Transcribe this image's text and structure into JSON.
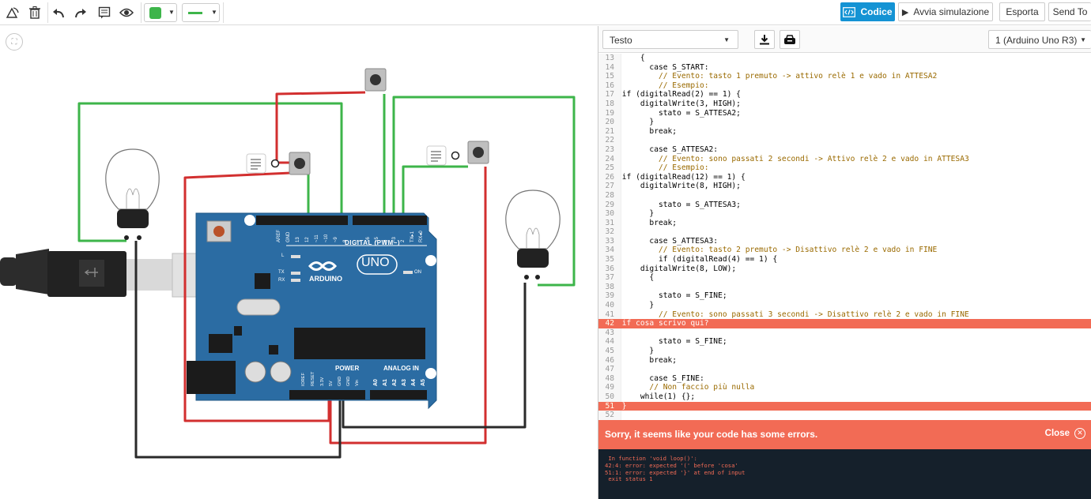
{
  "toolbar": {
    "icons": [
      "rotate-icon",
      "delete-icon",
      "undo-icon",
      "redo-icon",
      "notes-icon",
      "visibility-icon"
    ],
    "wire_color": "#3db54a",
    "code_label": "Codice",
    "simulate_label": "Avvia simulazione",
    "export_label": "Esporta",
    "send_label": "Send To"
  },
  "panel": {
    "mode_select": "Testo",
    "board_select": "1 (Arduino Uno R3)",
    "code_lines": [
      {
        "n": "13",
        "t": "    {",
        "err": false
      },
      {
        "n": "14",
        "t": "      case S_START:",
        "err": false
      },
      {
        "n": "15",
        "t": "        // Evento: tasto 1 premuto -> attivo relè 1 e vado in ATTESA2",
        "err": false,
        "cmt": true
      },
      {
        "n": "16",
        "t": "        // Esempio:",
        "err": false,
        "cmt": true
      },
      {
        "n": "17",
        "t": "if (digitalRead(2) == 1) {",
        "err": false
      },
      {
        "n": "18",
        "t": "    digitalWrite(3, HIGH);",
        "err": false
      },
      {
        "n": "19",
        "t": "        stato = S_ATTESA2;",
        "err": false
      },
      {
        "n": "20",
        "t": "      }",
        "err": false
      },
      {
        "n": "21",
        "t": "      break;",
        "err": false
      },
      {
        "n": "22",
        "t": "",
        "err": false
      },
      {
        "n": "23",
        "t": "      case S_ATTESA2:",
        "err": false
      },
      {
        "n": "24",
        "t": "        // Evento: sono passati 2 secondi -> Attivo relè 2 e vado in ATTESA3",
        "err": false,
        "cmt": true
      },
      {
        "n": "25",
        "t": "        // Esempio:",
        "err": false,
        "cmt": true
      },
      {
        "n": "26",
        "t": "if (digitalRead(12) == 1) {",
        "err": false
      },
      {
        "n": "27",
        "t": "    digitalWrite(8, HIGH);",
        "err": false
      },
      {
        "n": "28",
        "t": "",
        "err": false
      },
      {
        "n": "29",
        "t": "        stato = S_ATTESA3;",
        "err": false
      },
      {
        "n": "30",
        "t": "      }",
        "err": false
      },
      {
        "n": "31",
        "t": "      break;",
        "err": false
      },
      {
        "n": "32",
        "t": "",
        "err": false
      },
      {
        "n": "33",
        "t": "      case S_ATTESA3:",
        "err": false
      },
      {
        "n": "34",
        "t": "        // Evento: tasto 2 premuto -> Disattivo relè 2 e vado in FINE",
        "err": false,
        "cmt": true
      },
      {
        "n": "35",
        "t": "        if (digitalRead(4) == 1) {",
        "err": false
      },
      {
        "n": "36",
        "t": "    digitalWrite(8, LOW);",
        "err": false
      },
      {
        "n": "37",
        "t": "      {",
        "err": false
      },
      {
        "n": "38",
        "t": "",
        "err": false
      },
      {
        "n": "39",
        "t": "        stato = S_FINE;",
        "err": false
      },
      {
        "n": "40",
        "t": "      }",
        "err": false
      },
      {
        "n": "41",
        "t": "        // Evento: sono passati 3 secondi -> Disattivo relè 2 e vado in FINE",
        "err": false,
        "cmt": true
      },
      {
        "n": "42",
        "t": "if cosa scrivo qui?",
        "err": true
      },
      {
        "n": "43",
        "t": "",
        "err": false
      },
      {
        "n": "44",
        "t": "        stato = S_FINE;",
        "err": false
      },
      {
        "n": "45",
        "t": "      }",
        "err": false
      },
      {
        "n": "46",
        "t": "      break;",
        "err": false
      },
      {
        "n": "47",
        "t": "",
        "err": false
      },
      {
        "n": "48",
        "t": "      case S_FINE:",
        "err": false
      },
      {
        "n": "49",
        "t": "      // Non faccio più nulla",
        "err": false,
        "cmt": true
      },
      {
        "n": "50",
        "t": "    while(1) {};",
        "err": false
      },
      {
        "n": "51",
        "t": "}",
        "err": true
      },
      {
        "n": "52",
        "t": "",
        "err": false
      }
    ],
    "error_message": "Sorry, it seems like your code has some errors.",
    "close_label": "Close",
    "console_output": " In function 'void loop()':\n42:4: error: expected '(' before 'cosa'\n51:1: error: expected '}' at end of input\n exit status 1"
  },
  "board": {
    "digital_header": "DIGITAL (PWM~)",
    "pin_labels": [
      "AREF",
      "GND",
      "13",
      "12",
      "~11",
      "~10",
      "~9",
      "8",
      "7",
      "~6",
      "~5",
      "4",
      "~3",
      "2",
      "TX▸1",
      "RX◂0"
    ],
    "brand": "ARDUINO",
    "model": "UNO",
    "led_l": "L",
    "led_tx": "TX",
    "led_rx": "RX",
    "led_on": "ON",
    "power_label": "POWER",
    "analog_label": "ANALOG IN",
    "power_pins": [
      "IOREF",
      "RESET",
      "3.3V",
      "5V",
      "GND",
      "GND",
      "Vin"
    ],
    "analog_pins": [
      "A0",
      "A1",
      "A2",
      "A3",
      "A4",
      "A5"
    ]
  },
  "wires": {
    "green": "#3db54a",
    "red": "#d22f2f",
    "black": "#2a2a2a"
  }
}
